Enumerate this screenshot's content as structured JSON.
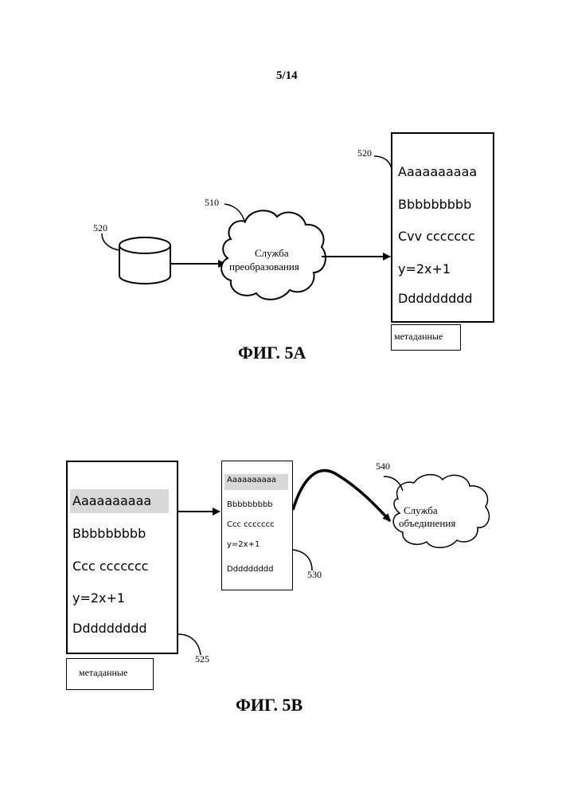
{
  "page_number": "5/14",
  "fig_5a": {
    "caption": "ФИГ. 5А",
    "db_ref": "520",
    "service_ref": "510",
    "service_line1": "Служба",
    "service_line2": "преобразования",
    "doc_ref": "520",
    "doc_lines": [
      "Aaaaaaaaaa",
      "Bbbbbbbbb",
      "Cvv ccccccc",
      "y=2x+1",
      "Ddddddddd"
    ],
    "metadata_label": "метаданные"
  },
  "fig_5b": {
    "caption": "ФИГ. 5В",
    "doc_lines": [
      "Aaaaaaaaaa",
      "Bbbbbbbbb",
      "Ccc ccccccc",
      "y=2x+1",
      "Ddddddddd"
    ],
    "doc_ref": "525",
    "metadata_label": "метаданные",
    "small_doc_lines": [
      "Aaaaaaaaaa",
      "Bbbbbbbbb",
      "Ccc ccccccc",
      "y=2x+1",
      "Ddddddddd"
    ],
    "small_doc_ref": "530",
    "service_ref": "540",
    "service_line1": "Служба",
    "service_line2": "объединения"
  }
}
